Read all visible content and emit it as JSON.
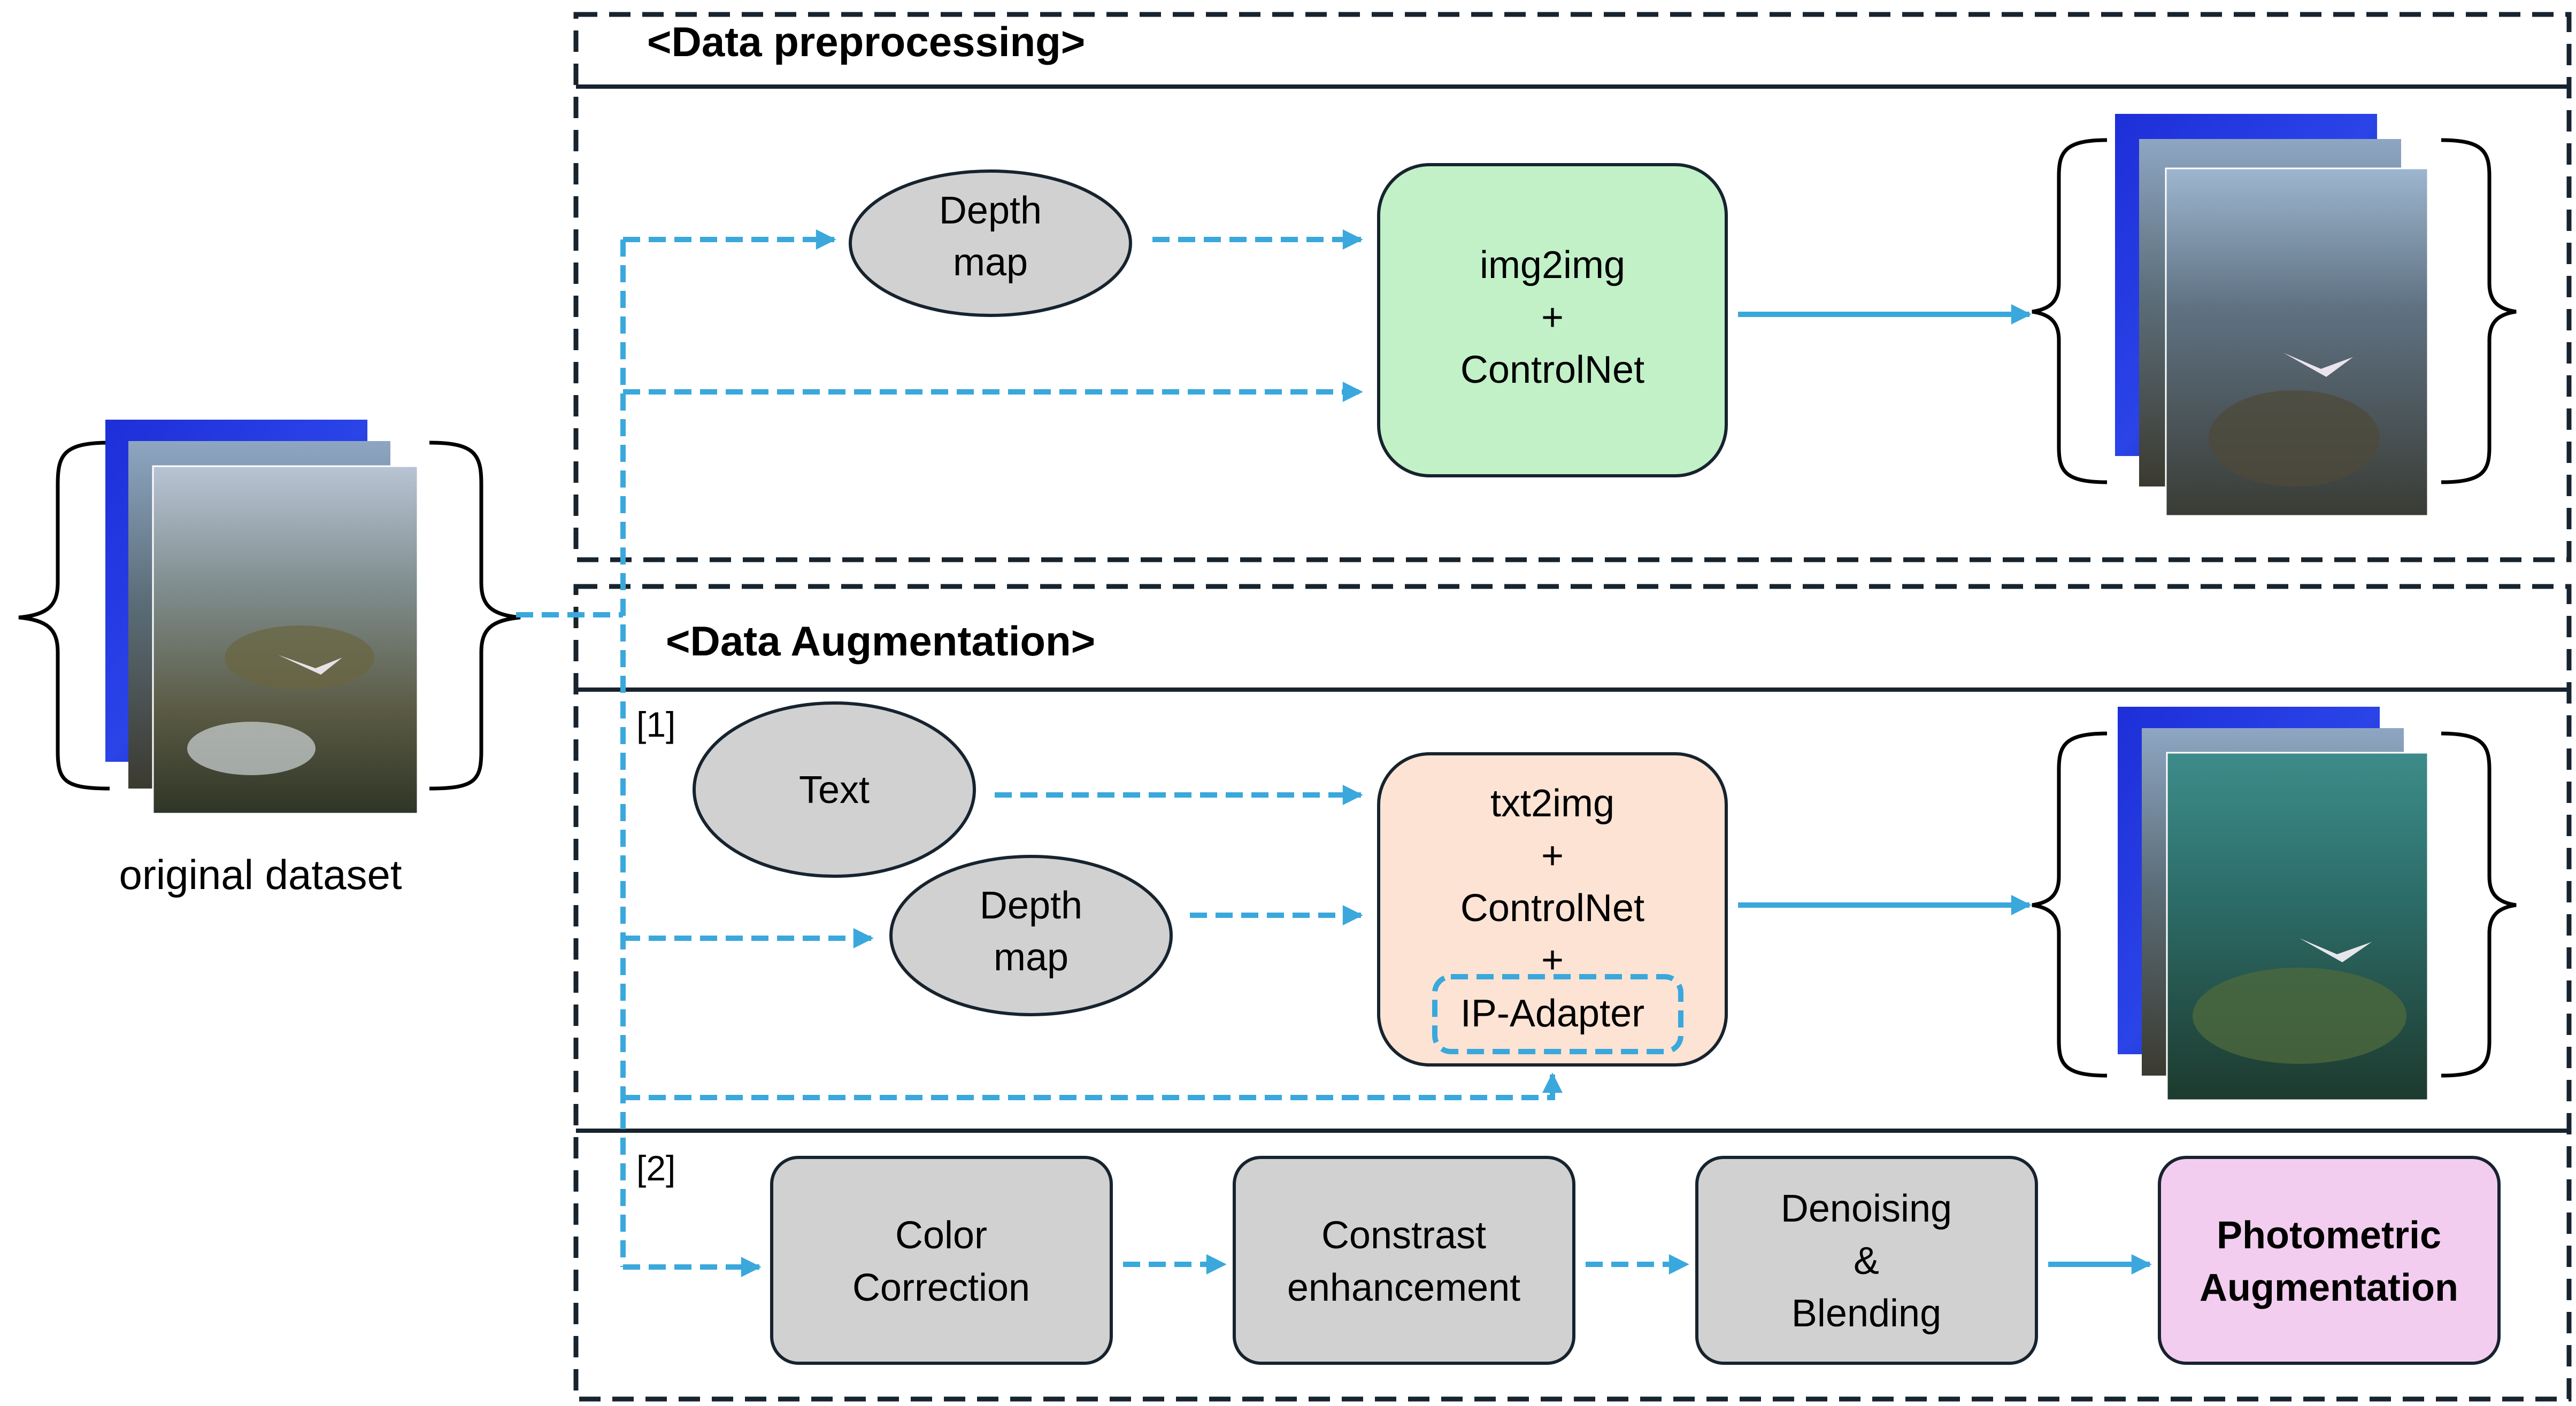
{
  "colors": {
    "arrow": "#3aa8dc",
    "dark": "#17232e",
    "node_gray": "#d1d1d1",
    "img2img_fill": "#c2f1c8",
    "txt2img_fill": "#fce3d4",
    "photometric_fill": "#f2cdef"
  },
  "left": {
    "caption": "original dataset"
  },
  "preprocessing": {
    "title": "<Data preprocessing>",
    "depth_line1": "Depth",
    "depth_line2": "map",
    "model_line1": "img2img",
    "model_line2": "+",
    "model_line3": "ControlNet"
  },
  "augmentation": {
    "title": "<Data Augmentation>",
    "label_1": "[1]",
    "text_node": "Text",
    "depth_line1": "Depth",
    "depth_line2": "map",
    "model_line1": "txt2img",
    "model_line2": "+",
    "model_line3": "ControlNet",
    "model_line4": "+",
    "ip_adapter": "IP-Adapter",
    "label_2": "[2]",
    "color_line1": "Color",
    "color_line2": "Correction",
    "contrast_line1": "Constrast",
    "contrast_line2": "enhancement",
    "denoise_line1": "Denoising",
    "denoise_line2": "&",
    "denoise_line3": "Blending",
    "photo_line1": "Photometric",
    "photo_line2": "Augmentation"
  }
}
